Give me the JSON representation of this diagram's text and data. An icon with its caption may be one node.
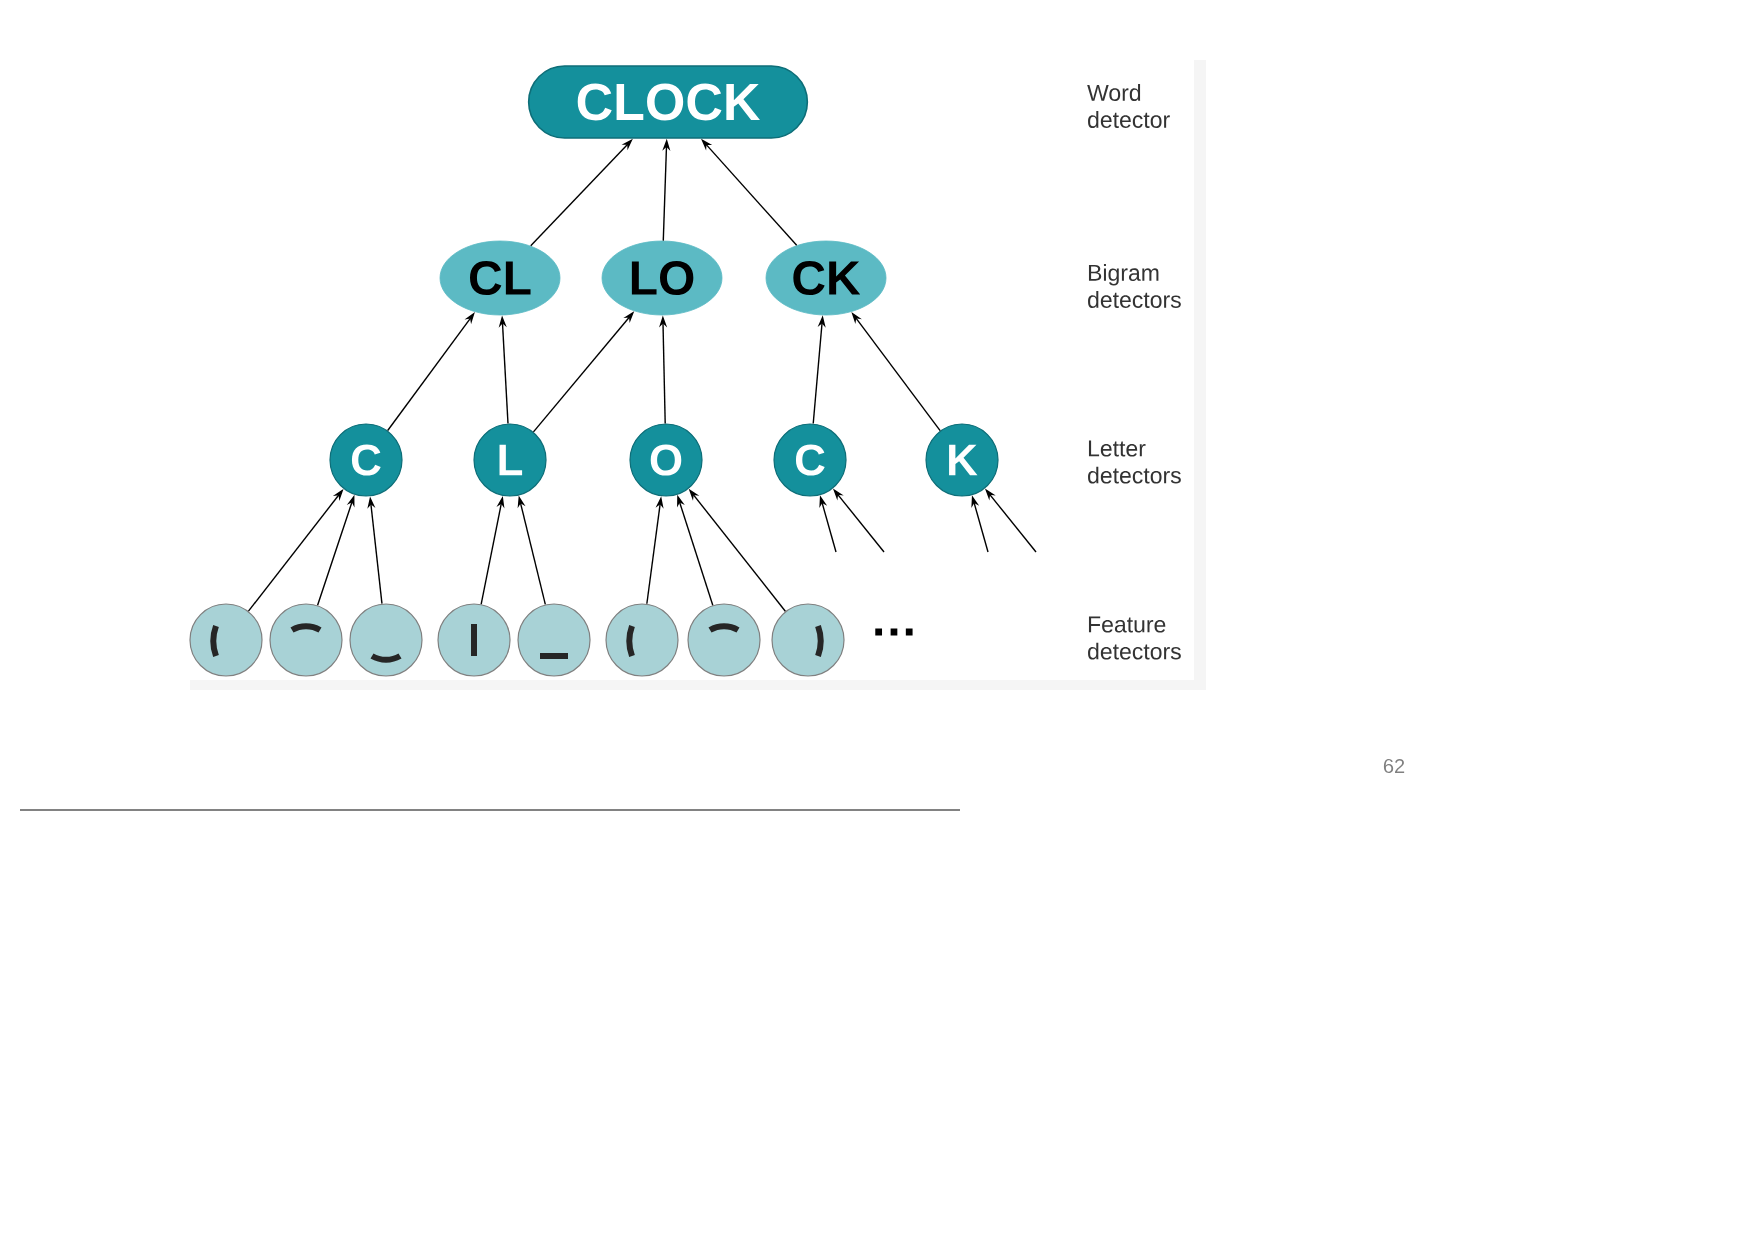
{
  "diagram": {
    "nodes": [
      {
        "text": [
          "CLOCK"
        ]
      },
      {
        "text": [
          "CL"
        ]
      },
      {
        "text": [
          "LO"
        ]
      },
      {
        "text": [
          "CK"
        ]
      },
      {
        "text": [
          "C"
        ]
      },
      {
        "text": [
          "L"
        ]
      },
      {
        "text": [
          "O"
        ]
      },
      {
        "text": [
          "C"
        ]
      },
      {
        "text": [
          "K"
        ]
      },
      {
        "text": [],
        "shape": "circle"
      },
      {
        "text": [],
        "shape": "circle"
      },
      {
        "text": [],
        "shape": "circle"
      },
      {
        "text": [],
        "shape": "circle"
      },
      {
        "text": [],
        "shape": "circle"
      },
      {
        "text": [],
        "shape": "circle"
      },
      {
        "text": [],
        "shape": "circle"
      },
      {
        "text": [],
        "shape": "circle"
      }
    ],
    "edges": [
      {
        "from": 1,
        "to": 0,
        "arrow": "to"
      },
      {
        "from": 2,
        "to": 0,
        "arrow": "to"
      },
      {
        "from": 3,
        "to": 0,
        "arrow": "to"
      },
      {
        "from": 4,
        "to": 1,
        "arrow": "to"
      },
      {
        "from": 5,
        "to": 1,
        "arrow": "to"
      },
      {
        "from": 5,
        "to": 2,
        "arrow": "to"
      },
      {
        "from": 6,
        "to": 2,
        "arrow": "to"
      },
      {
        "from": 7,
        "to": 3,
        "arrow": "to"
      },
      {
        "from": 8,
        "to": 3,
        "arrow": "to"
      },
      {
        "from": 9,
        "to": 4,
        "arrow": "to"
      },
      {
        "from": 10,
        "to": 4,
        "arrow": "to"
      },
      {
        "from": 11,
        "to": 4,
        "arrow": "to"
      },
      {
        "from": 12,
        "to": 5,
        "arrow": "to"
      },
      {
        "from": 13,
        "to": 5,
        "arrow": "to"
      },
      {
        "from": 14,
        "to": 6,
        "arrow": "to"
      },
      {
        "from": 15,
        "to": 6,
        "arrow": "to"
      },
      {
        "from": 16,
        "to": 6,
        "arrow": "to"
      },
      {
        "from": null,
        "to": 7,
        "arrow": "to"
      },
      {
        "from": null,
        "to": 7,
        "arrow": "to"
      },
      {
        "from": null,
        "to": 8,
        "arrow": "to"
      },
      {
        "from": null,
        "to": 8,
        "arrow": "to"
      }
    ],
    "labels": [
      "Word detector",
      "Bigram detectors",
      "Letter detectors",
      "…",
      "Feature detectors",
      "62"
    ]
  }
}
